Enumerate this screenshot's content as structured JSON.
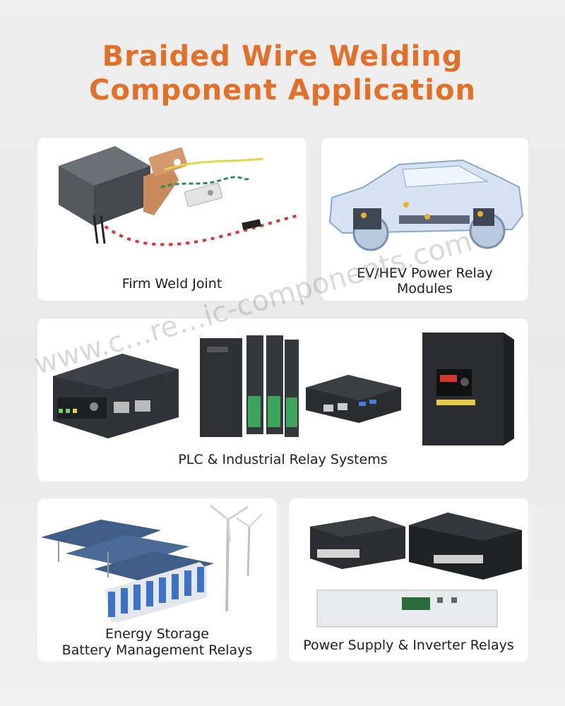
{
  "header": {
    "title_line1": "Braided Wire Welding",
    "title_line2": "Component Application"
  },
  "cards": {
    "weld": {
      "caption": "Firm Weld Joint"
    },
    "ev": {
      "caption_line1": "EV/HEV Power Relay",
      "caption_line2": "Modules"
    },
    "plc": {
      "caption": "PLC & Industrial Relay Systems"
    },
    "energy": {
      "caption_line1": "Energy Storage",
      "caption_line2": "Battery Management Relays"
    },
    "power": {
      "caption": "Power Supply & Inverter Relays"
    }
  },
  "watermark": "www.c…re…ic-components.com",
  "colors": {
    "title": "#e0702a",
    "card": "#ffffff",
    "background": "#ececec"
  }
}
